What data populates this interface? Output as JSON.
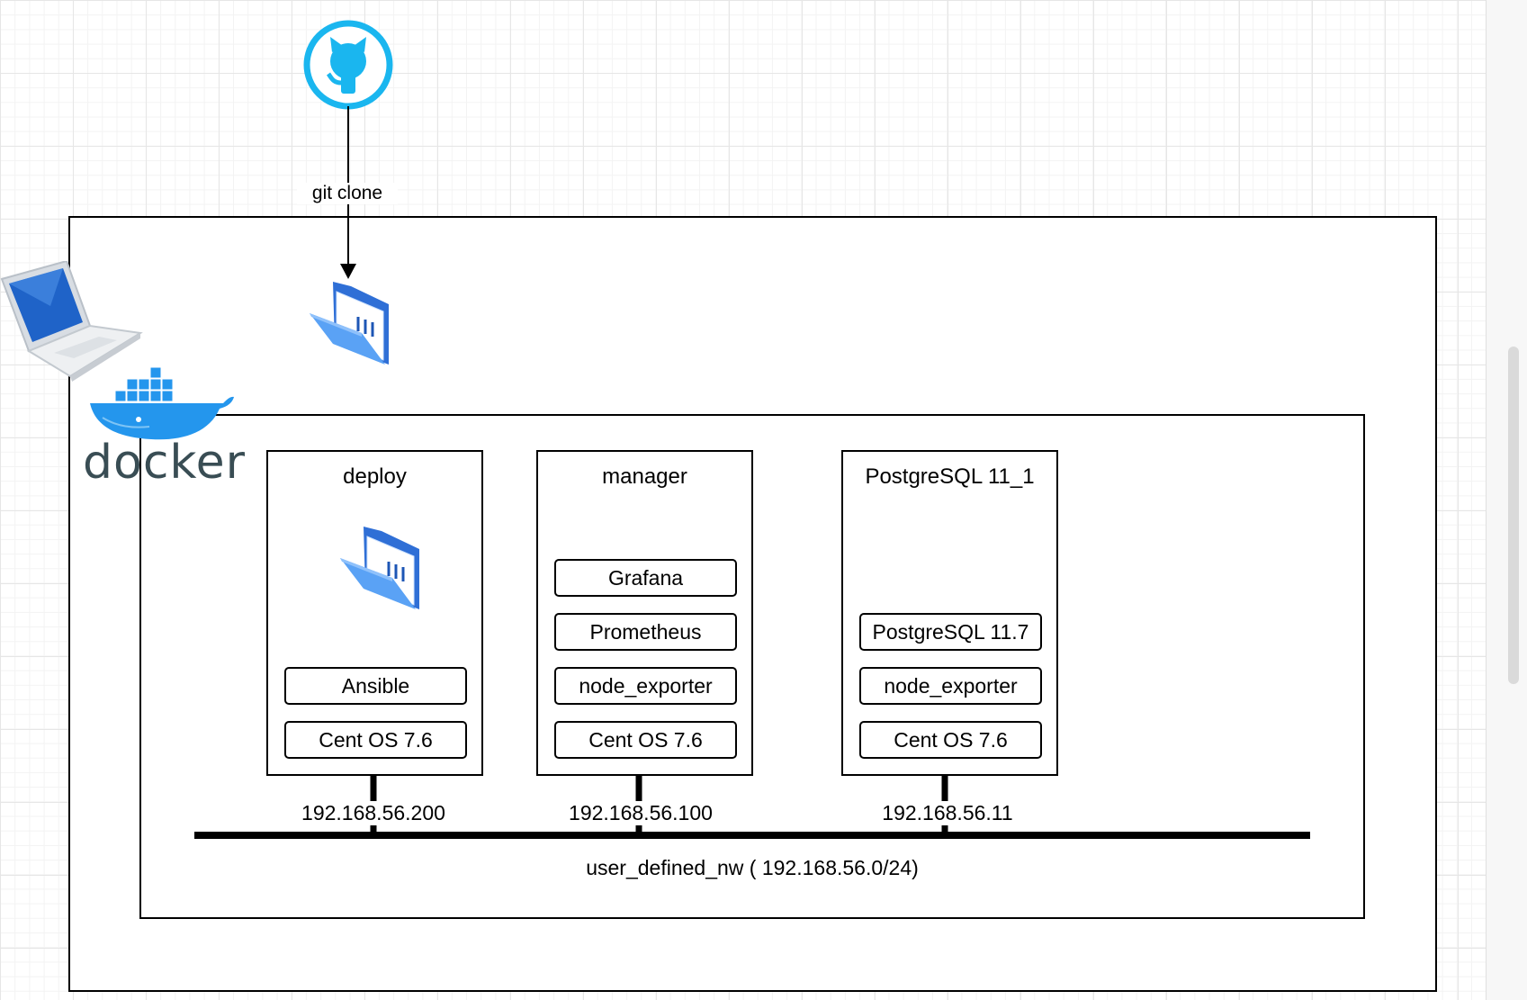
{
  "edges": {
    "git_clone": "git clone"
  },
  "nodes": {
    "deploy": {
      "title": "deploy",
      "components": [
        "Ansible",
        "Cent OS 7.6"
      ],
      "ip": "192.168.56.200"
    },
    "manager": {
      "title": "manager",
      "components": [
        "Grafana",
        "Prometheus",
        "node_exporter",
        "Cent OS 7.6"
      ],
      "ip": "192.168.56.100"
    },
    "postgres": {
      "title": "PostgreSQL 11_1",
      "components": [
        "PostgreSQL 11.7",
        "node_exporter",
        "Cent OS 7.6"
      ],
      "ip": "192.168.56.11"
    }
  },
  "network": {
    "label": "user_defined_nw ( 192.168.56.0/24)"
  },
  "logos": {
    "docker_wordmark": "docker"
  },
  "icons": [
    "github-icon",
    "folder-icon",
    "laptop-icon",
    "docker-whale-icon"
  ],
  "colors": {
    "github": "#1ab6ef",
    "docker": "#2496ed",
    "docker_text": "#394d54",
    "folder": "#3f8ff0"
  }
}
